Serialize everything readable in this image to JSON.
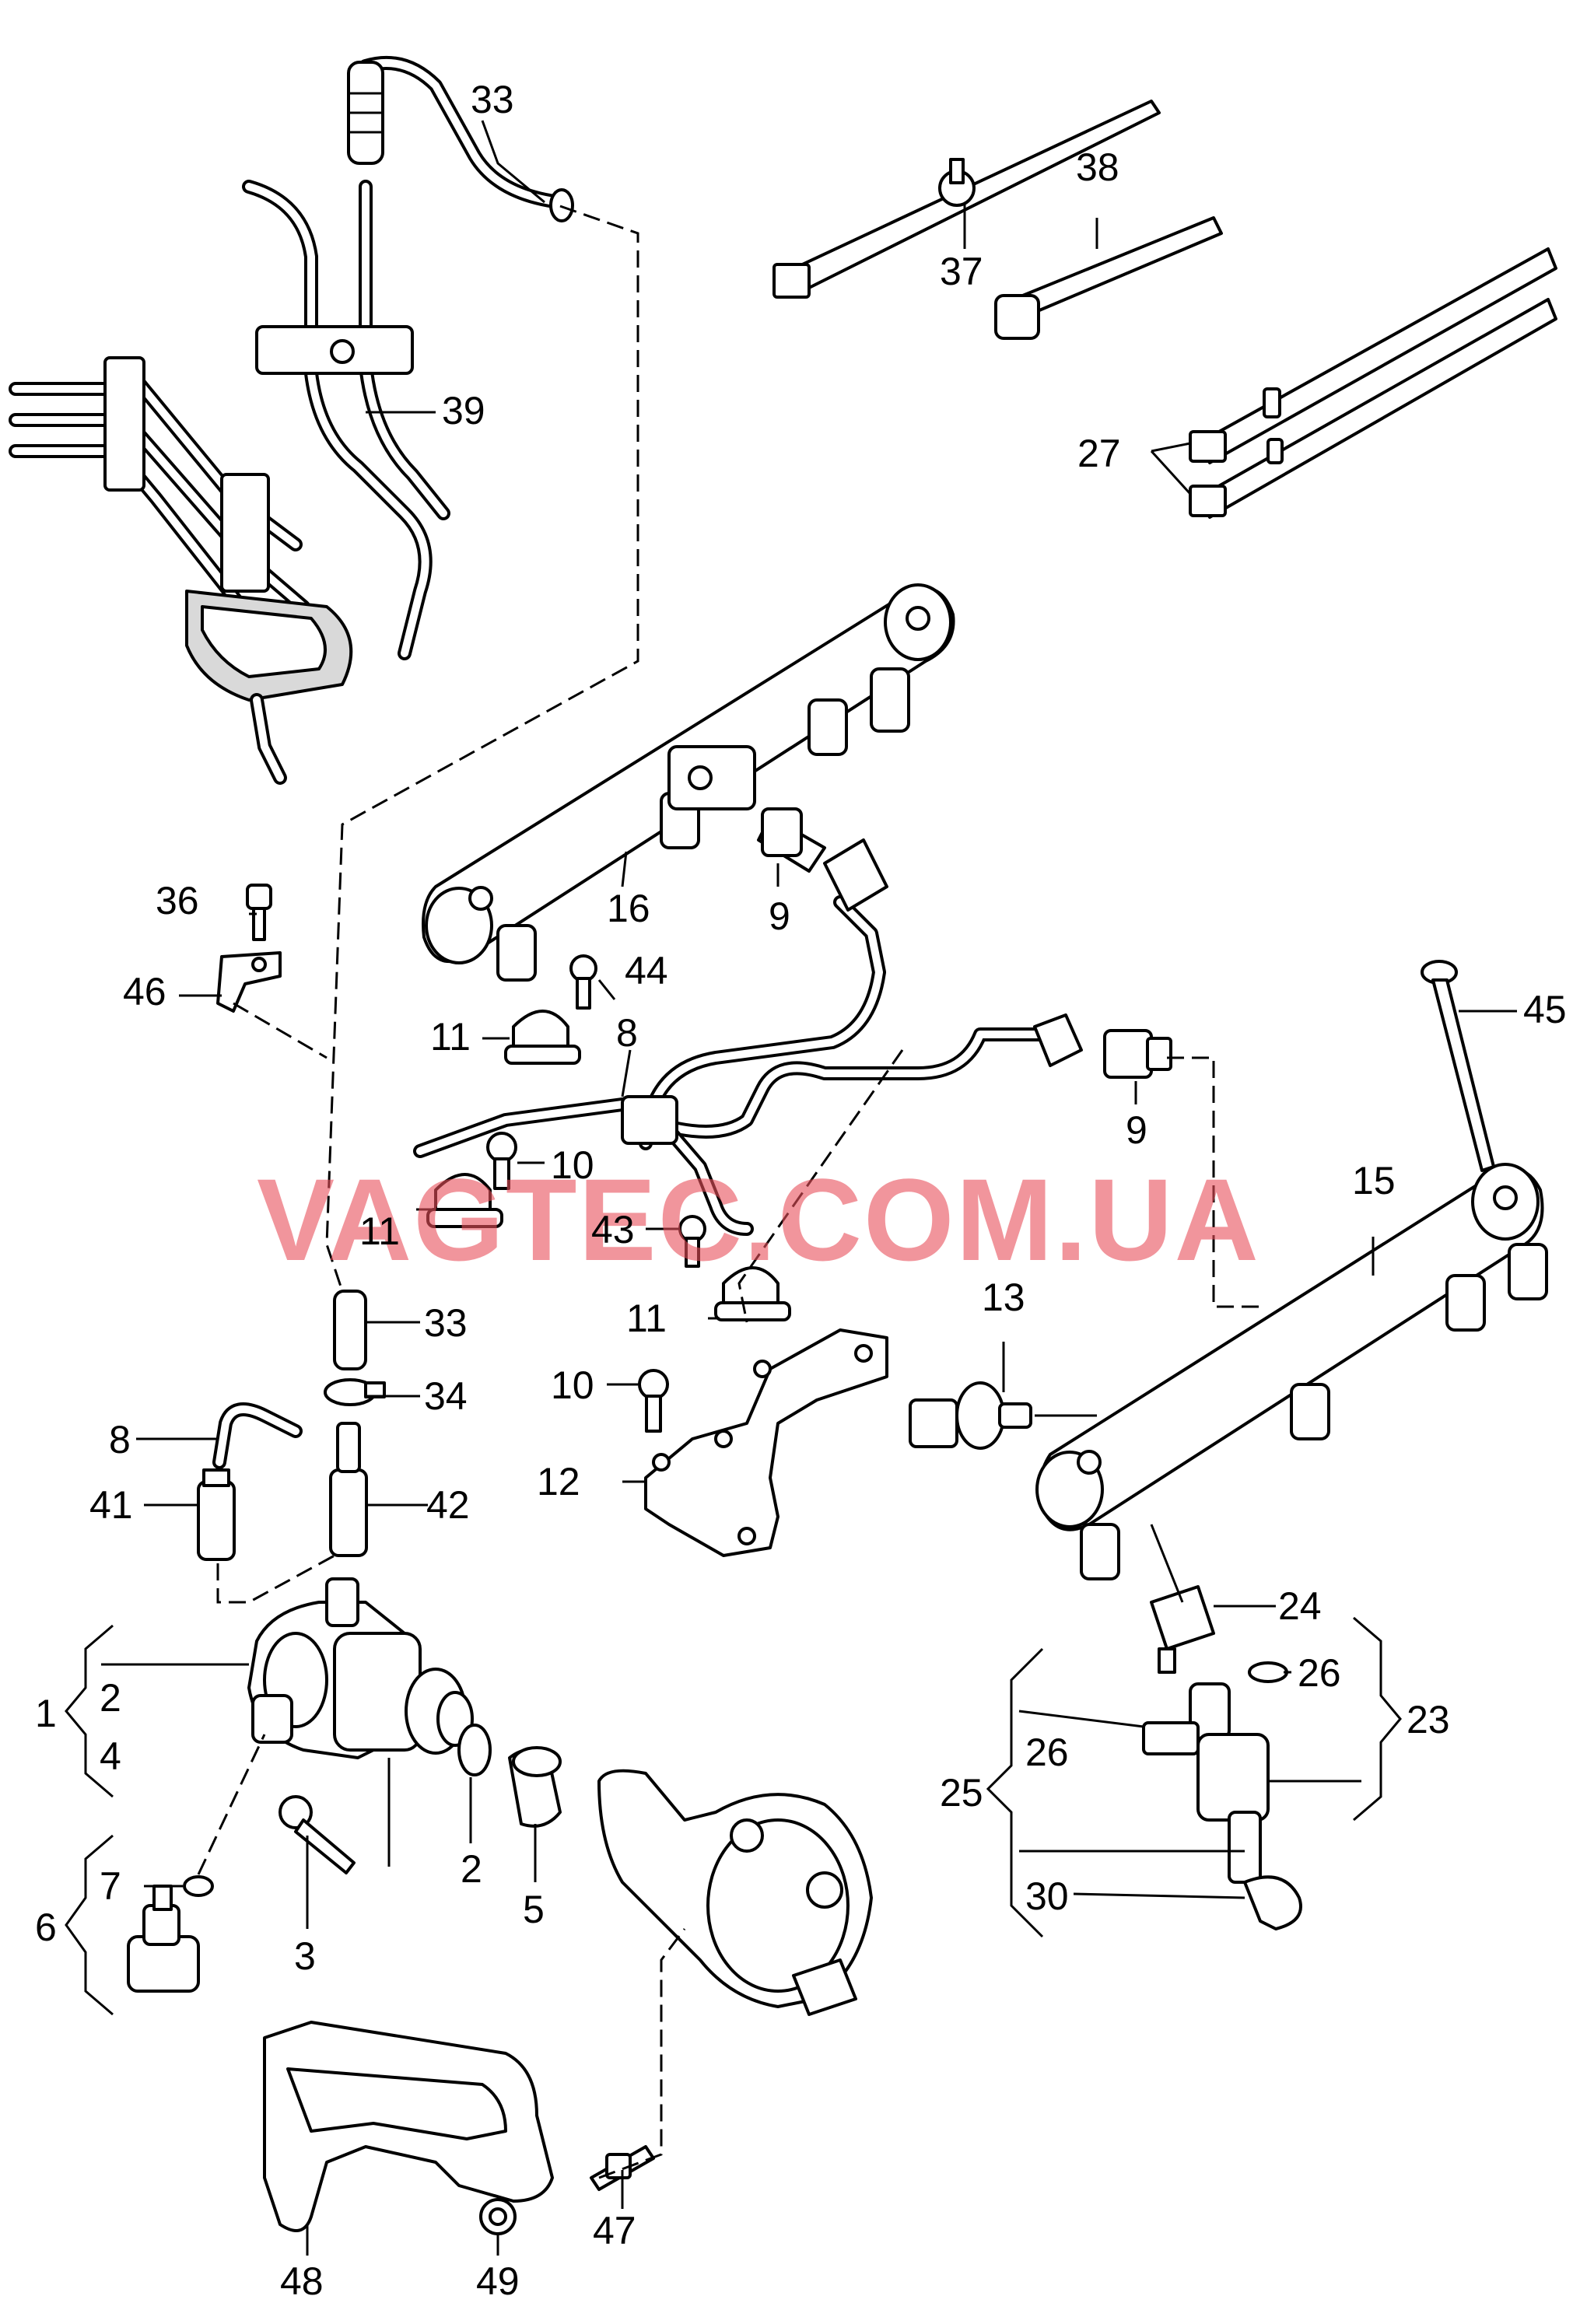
{
  "watermark": "VAGTEC.COM.UA",
  "callouts": [
    {
      "id": "c-33a",
      "text": "33"
    },
    {
      "id": "c-38",
      "text": "38"
    },
    {
      "id": "c-37",
      "text": "37"
    },
    {
      "id": "c-39",
      "text": "39"
    },
    {
      "id": "c-27",
      "text": "27"
    },
    {
      "id": "c-36",
      "text": "36"
    },
    {
      "id": "c-46",
      "text": "46"
    },
    {
      "id": "c-16",
      "text": "16"
    },
    {
      "id": "c-9a",
      "text": "9"
    },
    {
      "id": "c-44",
      "text": "44"
    },
    {
      "id": "c-45",
      "text": "45"
    },
    {
      "id": "c-11a",
      "text": "11"
    },
    {
      "id": "c-8a",
      "text": "8"
    },
    {
      "id": "c-9b",
      "text": "9"
    },
    {
      "id": "c-10a",
      "text": "10"
    },
    {
      "id": "c-15",
      "text": "15"
    },
    {
      "id": "c-11b",
      "text": "11"
    },
    {
      "id": "c-43",
      "text": "43"
    },
    {
      "id": "c-33b",
      "text": "33"
    },
    {
      "id": "c-11c",
      "text": "11"
    },
    {
      "id": "c-13",
      "text": "13"
    },
    {
      "id": "c-34",
      "text": "34"
    },
    {
      "id": "c-10b",
      "text": "10"
    },
    {
      "id": "c-8b",
      "text": "8"
    },
    {
      "id": "c-12",
      "text": "12"
    },
    {
      "id": "c-41",
      "text": "41"
    },
    {
      "id": "c-42",
      "text": "42"
    },
    {
      "id": "c-24",
      "text": "24"
    },
    {
      "id": "c-2a",
      "text": "2"
    },
    {
      "id": "c-1",
      "text": "1"
    },
    {
      "id": "c-4",
      "text": "4"
    },
    {
      "id": "c-26a",
      "text": "26"
    },
    {
      "id": "c-23",
      "text": "23"
    },
    {
      "id": "c-26b",
      "text": "26"
    },
    {
      "id": "c-25",
      "text": "25"
    },
    {
      "id": "c-7",
      "text": "7"
    },
    {
      "id": "c-2b",
      "text": "2"
    },
    {
      "id": "c-5",
      "text": "5"
    },
    {
      "id": "c-30",
      "text": "30"
    },
    {
      "id": "c-6",
      "text": "6"
    },
    {
      "id": "c-3",
      "text": "3"
    },
    {
      "id": "c-47",
      "text": "47"
    },
    {
      "id": "c-48",
      "text": "48"
    },
    {
      "id": "c-49",
      "text": "49"
    }
  ]
}
